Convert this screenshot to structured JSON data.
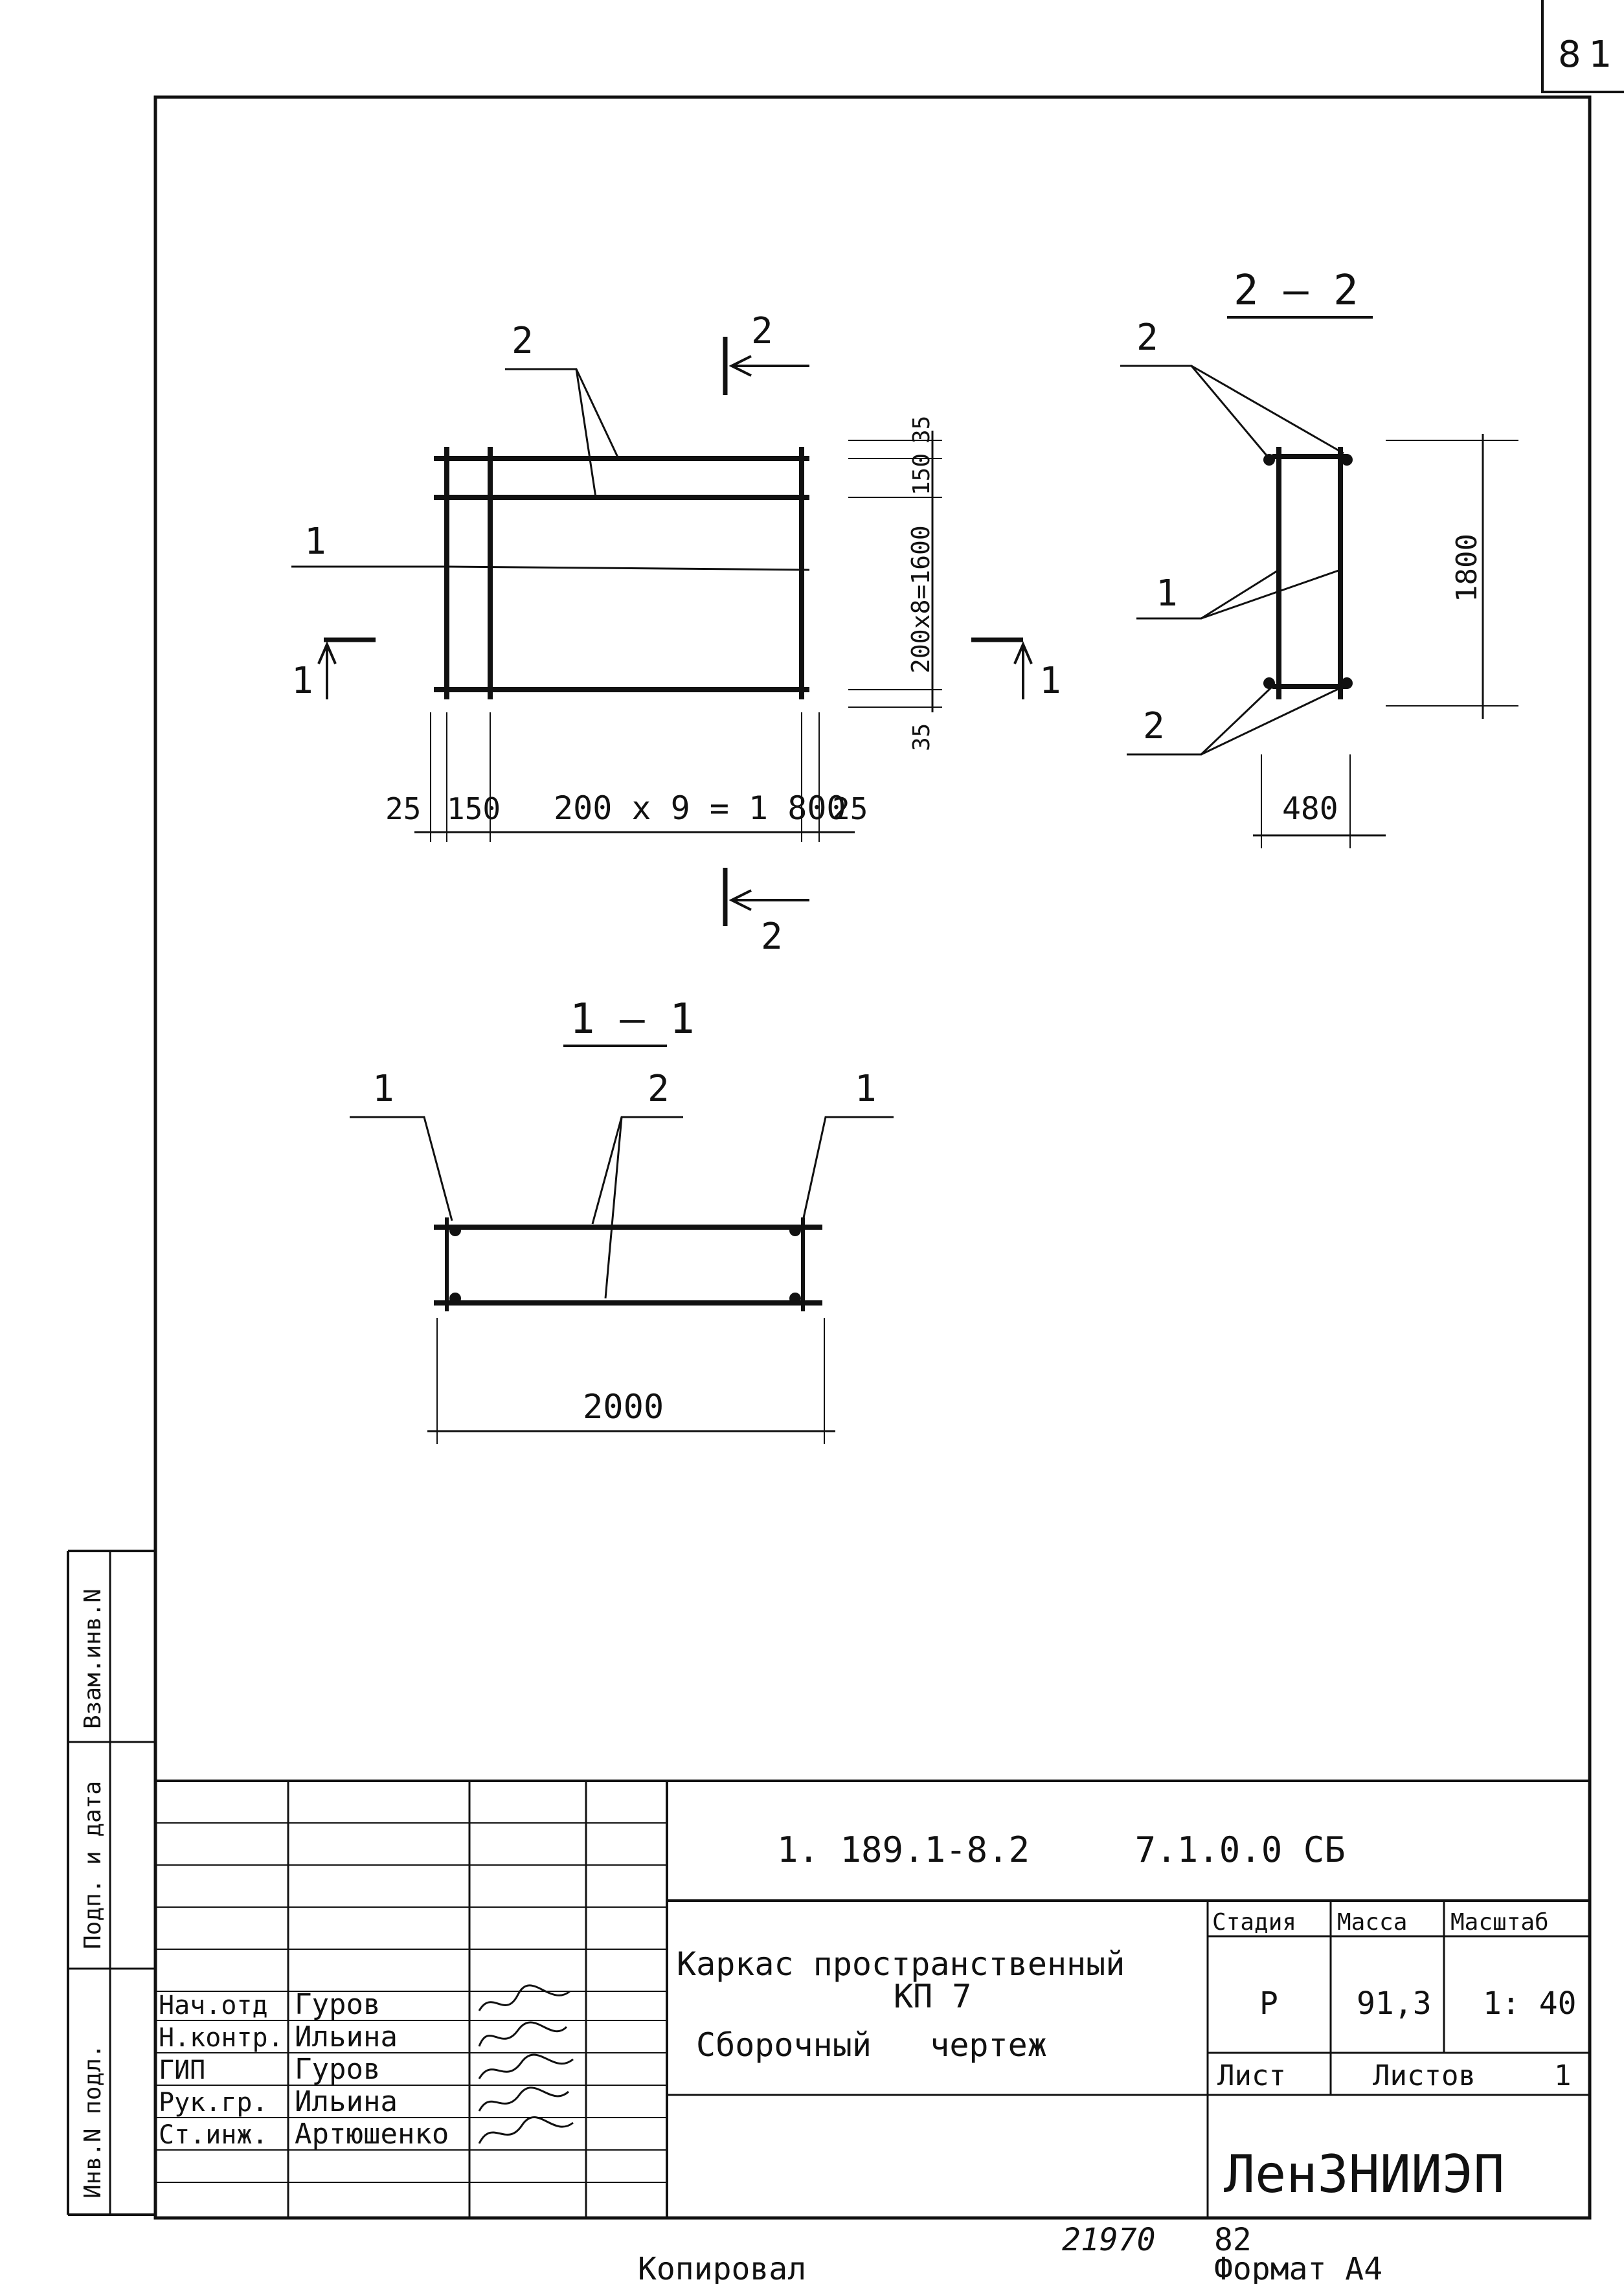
{
  "sheet_number": "81",
  "views": {
    "plan": {
      "leader_bars_2": "2",
      "leader_bar_1": "1",
      "section_mark_top": "2",
      "section_mark_bottom": "2",
      "section_mark_left": "1",
      "section_mark_right": "1",
      "dim_left_end": "25",
      "dim_left_first": "150",
      "dim_main": "200 x 9 = 1 800",
      "dim_right_end": "25",
      "dim_top": "35",
      "dim_top_first": "150",
      "dim_vertical_main": "200x8=1600",
      "dim_bottom": "35"
    },
    "section_2_2": {
      "title": "2 – 2",
      "leader_top": "2",
      "leader_mid": "1",
      "leader_bottom": "2",
      "dim_height": "1800",
      "dim_width": "480"
    },
    "section_1_1": {
      "title": "1 – 1",
      "leader_left": "1",
      "leader_mid": "2",
      "leader_right": "1",
      "dim_length": "2000"
    }
  },
  "side_stamp": {
    "inv_podl": "Инв.N подл.",
    "podp_data": "Подп. и дата",
    "vzam_inv": "Взам.инв.N"
  },
  "title_block": {
    "doc_code": "1. 189.1-8.2     7.1.0.0 СБ",
    "name_line1": "Каркас пространственный",
    "name_line2": "КП 7",
    "name_line3": "Сборочный   чертеж",
    "stage_label": "Стадия",
    "stage_value": "Р",
    "mass_label": "Масса",
    "mass_value": "91,3",
    "scale_label": "Масштаб",
    "scale_value": "1: 40",
    "sheet_label": "Лист",
    "sheets_label": "Листов",
    "sheets_value": "1",
    "organization": "ЛенЗНИИЭП",
    "signatures": [
      {
        "role": "Нач.отд",
        "name": "Гуров"
      },
      {
        "role": "Н.контр.",
        "name": "Ильина"
      },
      {
        "role": "ГИП",
        "name": "Гуров"
      },
      {
        "role": "Рук.гр.",
        "name": "Ильина"
      },
      {
        "role": "Ст.инж.",
        "name": "Артюшенко"
      }
    ]
  },
  "footer": {
    "number_left": "21970",
    "number_right": "82",
    "copied": "Копировал",
    "format": "Формат А4"
  }
}
